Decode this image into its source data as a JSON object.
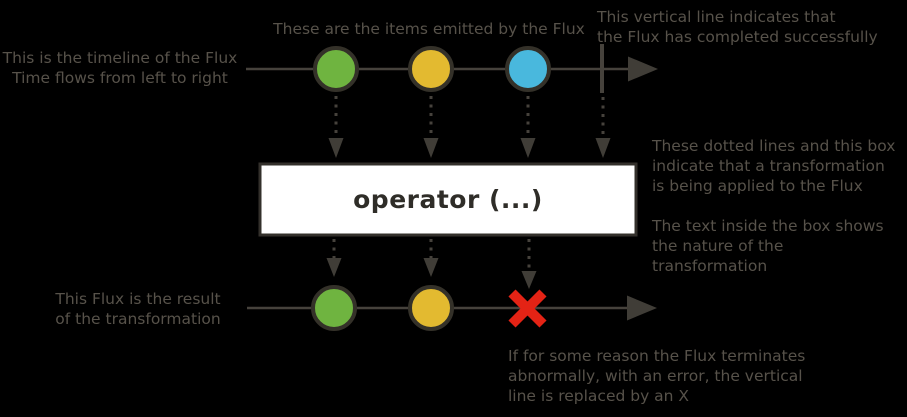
{
  "source_flux": {
    "timeline_note": "This is the timeline of the Flux\nTime flows from left to right",
    "items_note": "These are the items emitted by the Flux",
    "complete_note": "This vertical line indicates that\nthe Flux has completed successfully",
    "items": [
      {
        "name": "green-item",
        "color": "#6fb440"
      },
      {
        "name": "yellow-item",
        "color": "#e3ba30"
      },
      {
        "name": "blue-item",
        "color": "#49b8dd"
      }
    ]
  },
  "operator": {
    "label": "operator (...)"
  },
  "transform_note": "These dotted lines and this box\nindicate that a transformation\nis being applied to the Flux\n\nThe text inside the box shows\nthe nature of the transformation",
  "result_flux": {
    "result_note": "This Flux is the result\nof the transformation",
    "error_note": "If for some reason the Flux terminates\nabnormally, with an error, the vertical\nline is replaced by an X",
    "items": [
      {
        "name": "green-item",
        "color": "#6fb440"
      },
      {
        "name": "yellow-item",
        "color": "#e3ba30"
      }
    ]
  },
  "colors": {
    "background": "#000000",
    "timeline_gray": "#46423c",
    "arrow_gray": "#403d37",
    "item_stroke": "#343129",
    "item_green": "#6fb440",
    "item_yellow": "#e3ba30",
    "item_blue": "#49b8dd",
    "error_red": "#e42315",
    "annotation_text": "#57524a",
    "operator_box_bg": "#ffffff",
    "operator_box_border": "#33302b",
    "operator_text": "#2f2d28"
  }
}
